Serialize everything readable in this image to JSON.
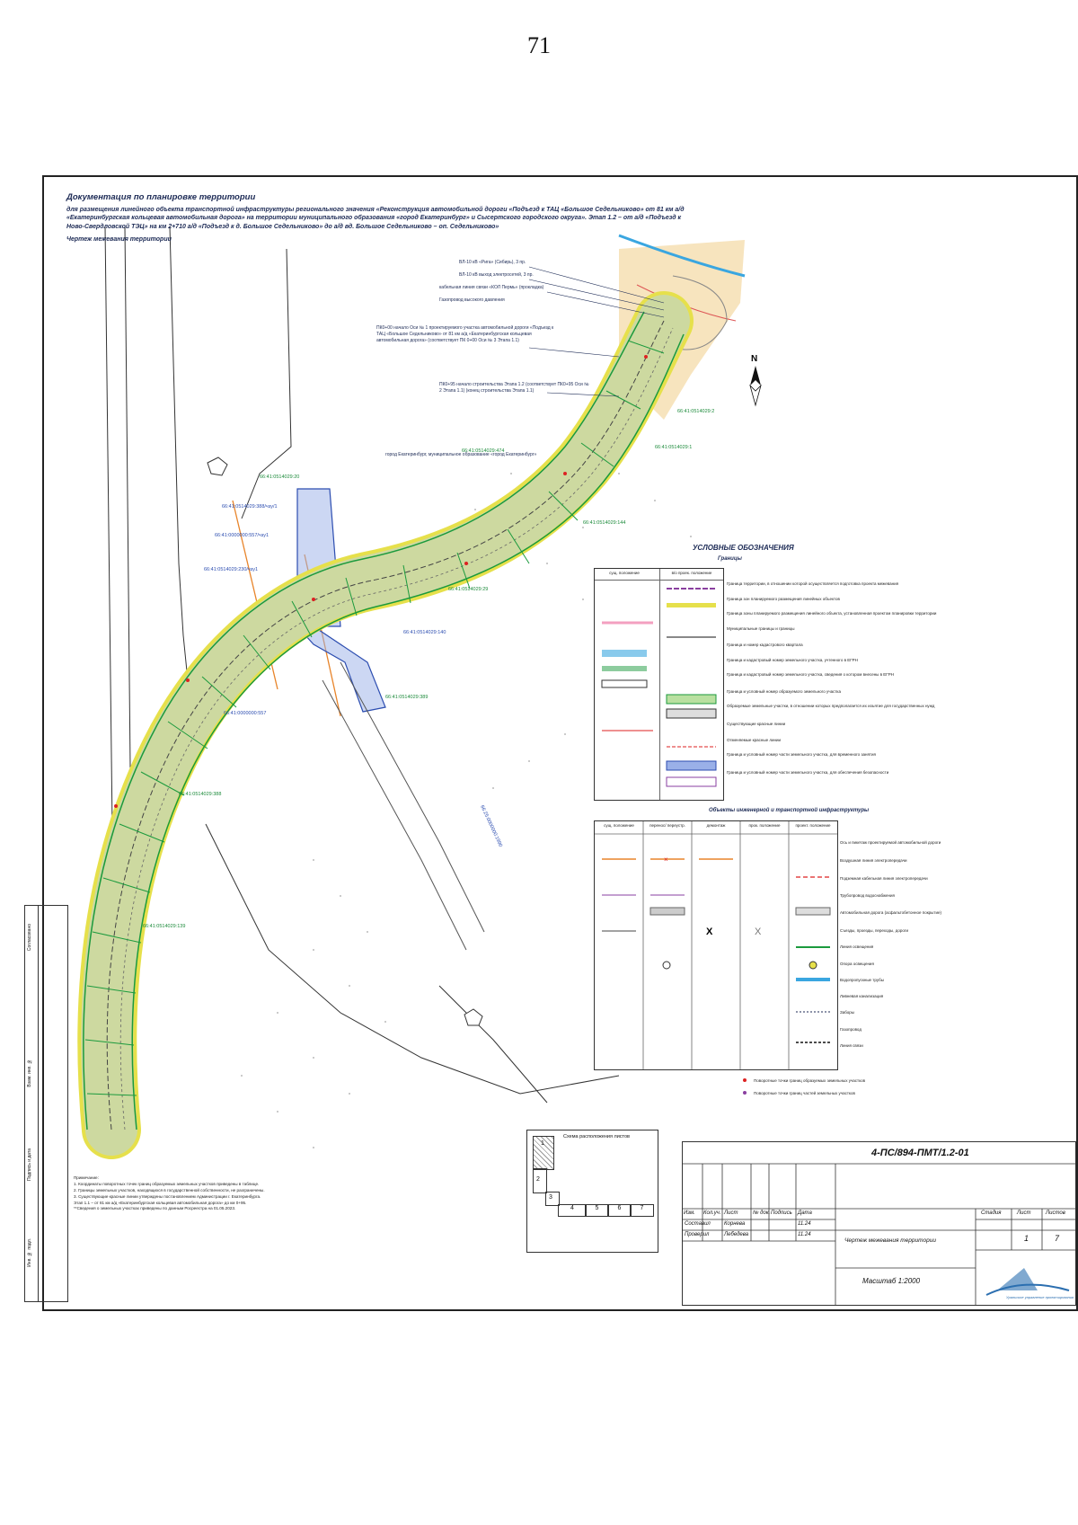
{
  "page_number": "71",
  "header": {
    "title": "Документация по планировке территории",
    "description": "для размещения линейного объекта транспортной инфраструктуры регионального значения «Реконструкция автомобильной дороги «Подъезд к ТАЦ «Большое Седельниково» от 81 км а/д «Екатеринбургская кольцевая автомобильная дорога» на территории муниципального образования «город Екатеринбург» и Сысертского городского округа». Этап 1.2 – от а/д «Подъезд к Ново-Свердловской ТЭЦ» на км 2+710 а/д «Подъезд к д. Большое Седельниково» до а/д вд. Большое Седельниково – оп. Седельниково»",
    "drawing_name": "Чертеж межевания территории"
  },
  "north_label": "N",
  "map_labels": [
    "66:41:0514029:2",
    "66:41:0514029:1",
    "66:41:0514029:140",
    "66:41:0514029:144",
    "66:41:0514029:29",
    "66:41:0514029:474",
    "66:41:0514029:20",
    "66:41:0514029:388/чзу/1",
    "66:41:0000000:557",
    "66:41:0000000:557/чзу1",
    "66:41:0514029:230/чзу1",
    "66:41:0514029:139",
    "66:25:0000000:1990",
    "66:41:0514029:388",
    "66:41:0514029:389"
  ],
  "callouts": [
    "ВЛ-10 кВ «Рига» (Сибирь), 3 пр.",
    "ВЛ-10 кВ выход электросетей, 3 пр.",
    "кабельная линия связи «КОЛ Пермь» (прокладка)",
    "Газопровод высокого давления",
    "ПК0+00 начало Оси № 1 проектируемого участка автомобильной дороги «Подъезд к ТАЦ «Большое Седельниково» от 81 км а/д «Екатеринбургская кольцевая автомобильная дорога» (соответствует ПК 0+00 Оси № 3 Этапа 1.1)",
    "ПК0+95 начало строительства Этапа 1.2 (соответствует ПК0+95 Оси № 2 Этапа 1.1) (конец строительства Этапа 1.1)",
    "город Екатеринбург, муниципальное образование «город Екатеринбург»"
  ],
  "legend": {
    "title": "УСЛОВНЫЕ ОБОЗНАЧЕНИЯ",
    "subtitle": "Границы",
    "col1": "сущ. положение",
    "col2": "в/о проек. положение",
    "rows": [
      "Граница территории, в отношении которой осуществляется подготовка проекта межевания",
      "Граница зон планируемого размещения линейных объектов",
      "Граница зоны планируемого размещения линейного объекта, установленная проектом планировки территории",
      "Муниципальные границы и границы",
      "Граница и номер кадастрового квартала",
      "Граница и кадастровый номер земельного участка, учтенного в ЕГРН",
      "Граница и кадастровый номер земельного участка, сведения о котором внесены в ЕГРН",
      "Граница и условный номер образуемого земельного участка",
      "Образуемые земельные участки, в отношении которых предполагается их изъятие для государственных нужд",
      "Существующие красные линии",
      "Отменяемые красные линии",
      "Граница и условный номер части земельного участка, для временного занятия",
      "Граница и условный номер части земельного участка, для обеспечения безопасности"
    ],
    "infra_title": "Объекты инженерной и транспортной инфраструктуры",
    "infra_cols": [
      "сущ. положение",
      "перенос/ переустр.",
      "демонтаж",
      "прок. положение",
      "проект. положение"
    ],
    "infra_rows": [
      "Ось и пикетаж проектируемой автомобильной дороги",
      "Воздушная линия электропередачи",
      "Подземная кабельная линия электропередачи",
      "Трубопровод водоснабжения",
      "Автомобильная дорога (асфальтобетонное покрытие)",
      "Съезды, проезды, переходы, дороги",
      "Линия освещения",
      "Опора освещения",
      "Водопропускные трубы",
      "Ливневая канализация",
      "Заборы",
      "Газопровод",
      "Линия связи"
    ],
    "points": [
      "Поворотные точки границ образуемых земельных участков",
      "Поворотные точки границ частей земельных участков"
    ]
  },
  "notes": [
    "Примечание:",
    "1. Координаты поворотных точек границ образуемых земельных участков приведены в таблице.",
    "2. Границы земельных участков, находящихся в государственной собственности, не разграничены.",
    "3. Существующие красные линии утверждены постановлением Администрации г. Екатеринбурга.",
    "Этап 1.1 – от 81 км а/д «Екатеринбургская кольцевая автомобильная дорога» до км 0+95.",
    "**Сведения о земельных участках приведены по данным Росреестра на 01.05.2023."
  ],
  "scheme_title": "Схема расположения листов",
  "scheme_sheets": [
    "1",
    "2",
    "3",
    "4",
    "5",
    "6",
    "7"
  ],
  "stamp": {
    "code": "4-ПС/894-ПМТ/1.2-01",
    "roles": [
      "Изм.",
      "Кол.уч.",
      "Лист",
      "№ док.",
      "Подпись",
      "Дата"
    ],
    "people": [
      {
        "role": "Составил",
        "name": "Корнева",
        "date": "11.24"
      },
      {
        "role": "Проверил",
        "name": "Лебедева",
        "date": "11.24"
      }
    ],
    "stage_label": "Стадия",
    "sheet_label": "Лист",
    "sheets_label": "Листов",
    "sheet": "1",
    "sheets": "7",
    "drawing": "Чертеж межевания территории",
    "scale": "Масштаб 1:2000",
    "company": "Уральское управление проектирования"
  },
  "side": [
    "Согласовано",
    "Взам. инв. №",
    "Подпись и дата",
    "Инв. № подл."
  ],
  "colors": {
    "road_fill": "#cdd9a0",
    "road_border": "#e6e04b",
    "green_line": "#1b9a3d",
    "blue_hatch": "#2c4db0",
    "orange": "#e8842a",
    "river": "#3aa6e0",
    "sand": "#f4d9a3"
  }
}
